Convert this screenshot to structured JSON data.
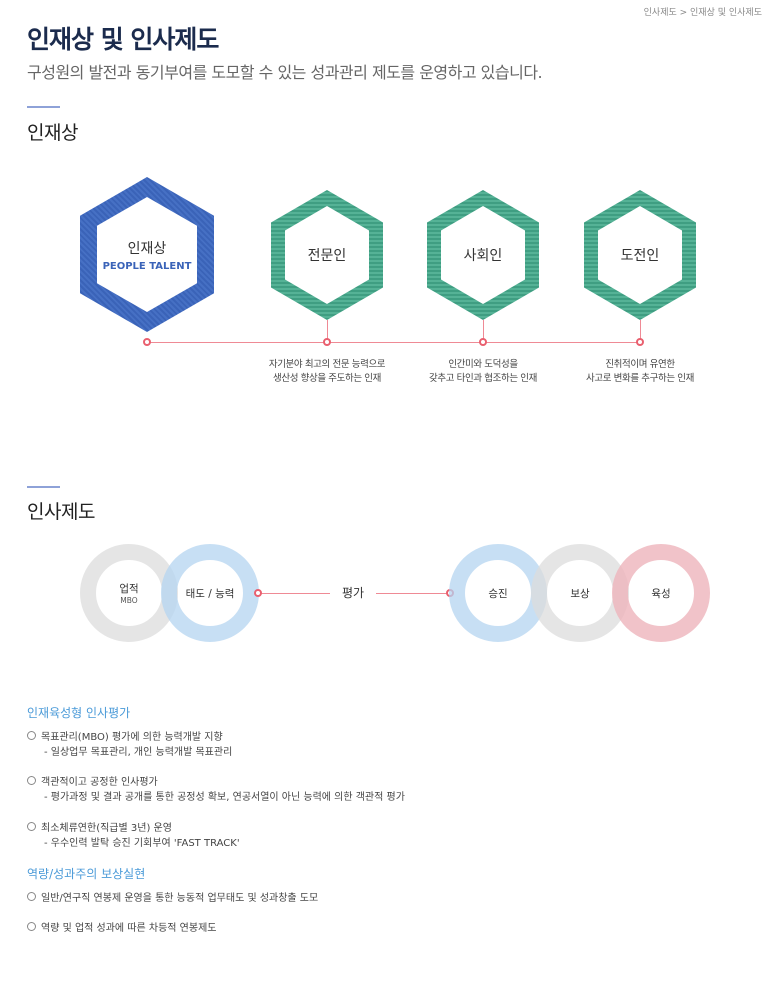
{
  "breadcrumb": "인사제도 > 인재상 및 인사제도",
  "title": "인재상 및 인사제도",
  "subtitle": "구성원의 발전과 동기부여를 도모할 수 있는 성과관리 제도를 운영하고 있습니다.",
  "section1": {
    "heading": "인재상",
    "main": {
      "label": "인재상",
      "sub": "PEOPLE TALENT"
    },
    "items": [
      {
        "label": "전문인",
        "desc1": "자기분야 최고의 전문 능력으로",
        "desc2": "생산성 향상을 주도하는 인재"
      },
      {
        "label": "사회인",
        "desc1": "인간미와 도덕성을",
        "desc2": "갖추고 타인과 협조하는 인재"
      },
      {
        "label": "도전인",
        "desc1": "진취적이며 유연한",
        "desc2": "사고로 변화를 추구하는 인재"
      }
    ]
  },
  "section2": {
    "heading": "인사제도",
    "left": [
      {
        "label": "업적",
        "sub": "MBO"
      },
      {
        "label": "태도 / 능력"
      }
    ],
    "center": "평가",
    "right": [
      {
        "label": "승진"
      },
      {
        "label": "보상"
      },
      {
        "label": "육성"
      }
    ]
  },
  "details": {
    "group1": {
      "title": "인재육성형 인사평가",
      "items": [
        {
          "text": "목표관리(MBO) 평가에 의한 능력개발 지향",
          "sub": "- 일상업무 목표관리, 개인 능력개발 목표관리"
        },
        {
          "text": "객관적이고 공정한 인사평가",
          "sub": "- 평가과정 및 결과 공개를 통한 공정성 확보, 연공서열이 아닌 능력에 의한 객관적 평가"
        },
        {
          "text": "최소체류연한(직급별 3년) 운영",
          "sub": "- 우수인력 발탁 승진 기회부여 'FAST TRACK'"
        }
      ]
    },
    "group2": {
      "title": "역량/성과주의 보상실현",
      "items": [
        {
          "text": "일반/연구직 연봉제 운영을 통한 능동적 업무태도 및 성과창출 도모"
        },
        {
          "text": "역량 및 업적 성과에 따른 차등적 연봉제도"
        }
      ]
    }
  },
  "colors": {
    "navy": "#1b2b4d",
    "blue": "#3a63b8",
    "green": "#47a487",
    "pink": "#e9606f",
    "section": "#4a9ad8"
  }
}
